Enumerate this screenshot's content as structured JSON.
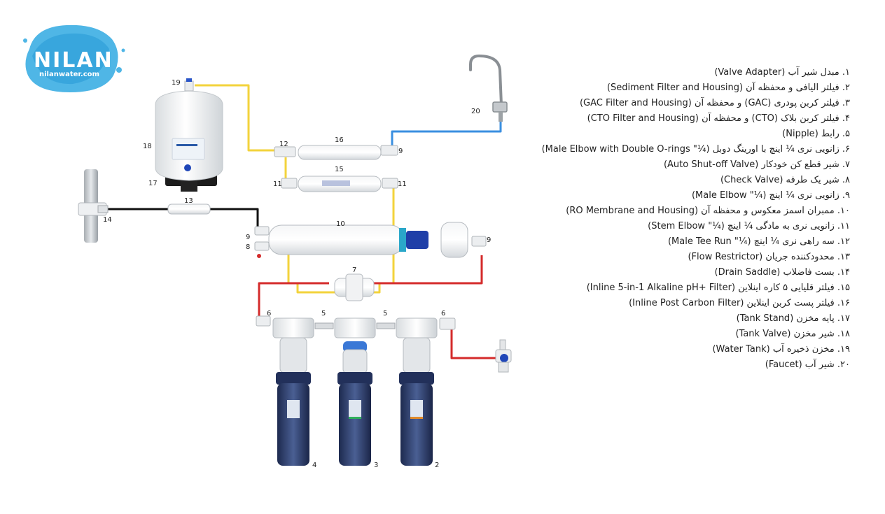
{
  "logo": {
    "brand": "NILAN",
    "site": "nilanwater.com"
  },
  "labels": {
    "n19": "19",
    "n18": "18",
    "n17": "17",
    "n14": "14",
    "n13": "13",
    "n12": "12",
    "n16": "16",
    "n9a": "9",
    "n11a": "11",
    "n15": "15",
    "n11b": "11",
    "n20": "20",
    "n9b": "9",
    "n8": "8",
    "n10": "10",
    "n9c": "9",
    "n7": "7",
    "n6a": "6",
    "n5a": "5",
    "n5b": "5",
    "n6b": "6",
    "n4": "4",
    "n3": "3",
    "n2": "2"
  },
  "colors": {
    "yellow": "#f3d33c",
    "red": "#d42b2b",
    "blue": "#3a8fe0",
    "black": "#111111"
  },
  "legend": [
    "۱. مبدل شیر آب (Valve Adapter)",
    "۲. فیلتر الیافی و محفظه آن (Sediment Filter and Housing)",
    "۳. فیلتر کربن پودری (GAC) و محفظه آن (GAC Filter and Housing)",
    "۴. فیلتر کربن بلاک (CTO) و محفظه آن (CTO Filter and Housing)",
    "۵. رابط (Nipple)",
    "۶. زانویی نری ¼ اینچ با اورینگ دوبل (¼\" Male Elbow with Double O-rings)",
    "۷. شیر قطع کن خودکار (Auto Shut-off Valve)",
    "۸. شیر یک طرفه (Check Valve)",
    "۹. زانویی نری ¼ اینچ (¼\" Male Elbow)",
    "۱۰. ممبران اسمز معکوس و محفظه آن (RO Membrane and Housing)",
    "۱۱. زانویی نری به مادگی ¼ اینچ (¼\" Stem Elbow)",
    "۱۲. سه راهی نری ¼ اینچ (¼\" Male Tee Run)",
    "۱۳. محدودکننده جریان (Flow Restrictor)",
    "۱۴. بست فاضلاب (Drain Saddle)",
    "۱۵. فیلتر قلیایی ۵ کاره اینلاین (Inline 5-in-1 Alkaline pH+ Filter)",
    "۱۶. فیلتر پست کربن اینلاین (Inline Post Carbon Filter)",
    "۱۷. پایه مخزن (Tank Stand)",
    "۱۸. شیر مخزن (Tank Valve)",
    "۱۹. مخزن ذخیره آب (Water Tank)",
    "۲۰. شیر آب (Faucet)"
  ]
}
